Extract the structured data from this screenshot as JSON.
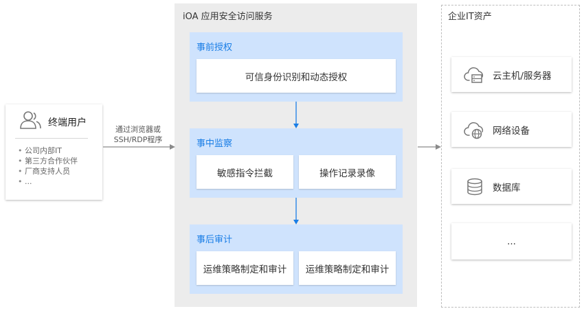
{
  "user": {
    "title": "终端用户",
    "items": [
      "公司内部IT",
      "第三方合作伙伴",
      "厂商支持人员",
      "..."
    ]
  },
  "edge_label": [
    "通过浏览器或",
    "SSH/RDP程序"
  ],
  "ioa": {
    "title": "iOA 应用安全访问服务",
    "sections": [
      {
        "title": "事前授权",
        "boxes": [
          "可信身份识别和动态授权"
        ]
      },
      {
        "title": "事中监察",
        "boxes": [
          "敏感指令拦截",
          "操作记录录像"
        ]
      },
      {
        "title": "事后审计",
        "boxes": [
          "运维策略制定和审计",
          "运维策略制定和审计"
        ]
      }
    ]
  },
  "assets": {
    "title": "企业IT资产",
    "items": [
      {
        "label": "云主机/服务器",
        "icon": "cloud-server-icon"
      },
      {
        "label": "网络设备",
        "icon": "cloud-network-icon"
      },
      {
        "label": "数据库",
        "icon": "database-icon"
      },
      {
        "label": "...",
        "icon": ""
      }
    ]
  },
  "colors": {
    "section_bg": "#cfe3fd",
    "section_title": "#1a7ee6",
    "arrow_blue": "#1a7ee6",
    "arrow_gray": "#8a8a8a"
  }
}
